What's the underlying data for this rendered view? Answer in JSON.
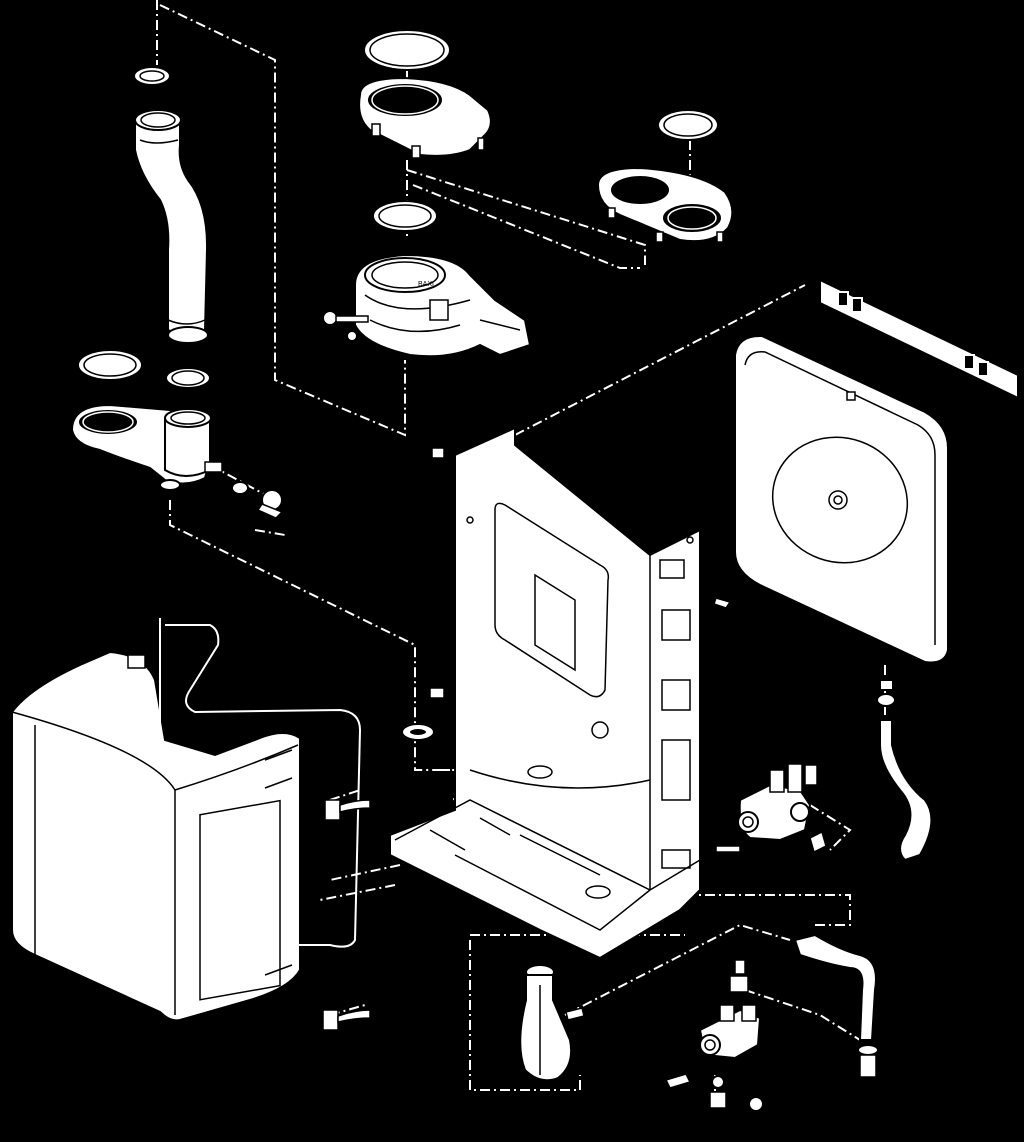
{
  "diagram": {
    "type": "exploded-parts-view",
    "background_color": "#000000",
    "line_color": "#ffffff",
    "logo_text": "BAXI",
    "parts": [
      "top-seal-ring",
      "flue-adaptor-plate",
      "twin-flue-plate",
      "flue-seal-ring",
      "fan-assembly",
      "flue-bend",
      "duct-seal-ring",
      "flue-turret",
      "chassis-frame",
      "expansion-vessel",
      "mounting-bracket",
      "outer-case",
      "hydraulic-valve-block",
      "condensate-trap",
      "flexible-hose"
    ]
  }
}
